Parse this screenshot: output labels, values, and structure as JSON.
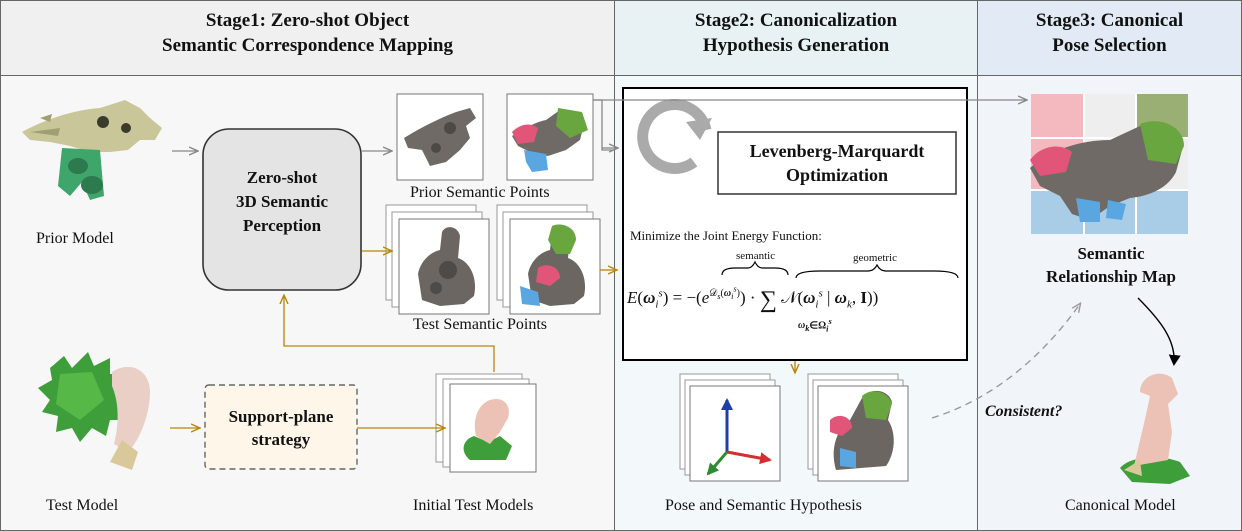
{
  "headers": {
    "stage1": [
      "Stage1: Zero-shot Object",
      "Semantic Correspondence Mapping"
    ],
    "stage2": [
      "Stage2: Canonicalization",
      "Hypothesis Generation"
    ],
    "stage3": [
      "Stage3: Canonical",
      "Pose Selection"
    ]
  },
  "labels": {
    "prior_model": "Prior Model",
    "test_model": "Test Model",
    "initial_test_models": "Initial Test Models",
    "prior_semantic_points": "Prior Semantic Points",
    "test_semantic_points": "Test Semantic Points",
    "pose_hypothesis": "Pose and Semantic Hypothesis",
    "canonical_model": "Canonical Model",
    "consistent": "Consistent?"
  },
  "perception_box": [
    "Zero-shot",
    "3D Semantic",
    "Perception"
  ],
  "support_box": [
    "Support-plane",
    "strategy"
  ],
  "lm_box": [
    "Levenberg-Marquardt",
    "Optimization"
  ],
  "energy": {
    "caption": "Minimize the Joint Energy Function:",
    "semantic_label": "semantic",
    "geometric_label": "geometric"
  },
  "relationship_map": [
    "Semantic",
    "Relationship Map"
  ],
  "colors": {
    "header_stage1": "#f0f0f0",
    "header_stage2": "#e8f2f5",
    "header_stage3": "#e2ebf5",
    "arrow_gold": "#b8860b",
    "arrow_gray": "#888888",
    "support_fill": "#fdf6e9",
    "perception_fill": "#e4e4e4",
    "map_red": "#f4b9bf",
    "map_green": "#9aaf74",
    "map_blue": "#a9cde6",
    "map_gray": "#eeeeee",
    "axis_red": "#d32f2f",
    "axis_green": "#2e8b2e",
    "axis_blue": "#1f3fa8"
  }
}
